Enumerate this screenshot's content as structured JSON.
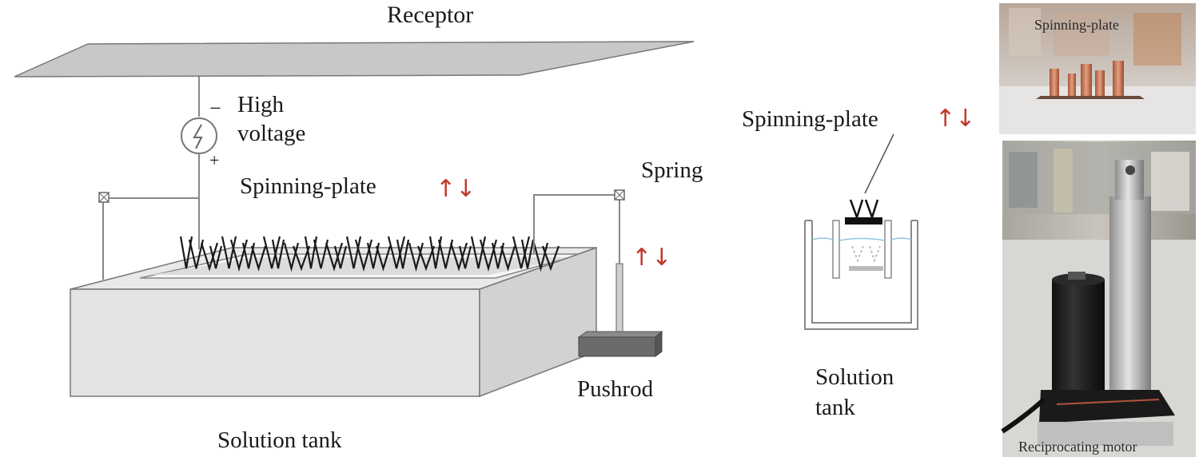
{
  "labels": {
    "receptor": "Receptor",
    "high_voltage_line1": "High",
    "high_voltage_line2": "voltage",
    "minus": "−",
    "plus": "+",
    "spinning_plate_main": "Spinning-plate",
    "spring": "Spring",
    "pushrod": "Pushrod",
    "solution_tank_main": "Solution tank",
    "spinning_plate_detail": "Spinning-plate",
    "solution_tank_detail_line1": "Solution",
    "solution_tank_detail_line2": "tank",
    "updown_arrow": "↑↓"
  },
  "photos": {
    "top_caption": "Spinning-plate",
    "bottom_caption": "Reciprocating motor"
  },
  "colors": {
    "arrow": "#c0392b",
    "tank_fill": "#e6e6e6",
    "tank_stroke": "#777777",
    "needle": "#1a1a1a",
    "water": "#8fc8e0"
  }
}
